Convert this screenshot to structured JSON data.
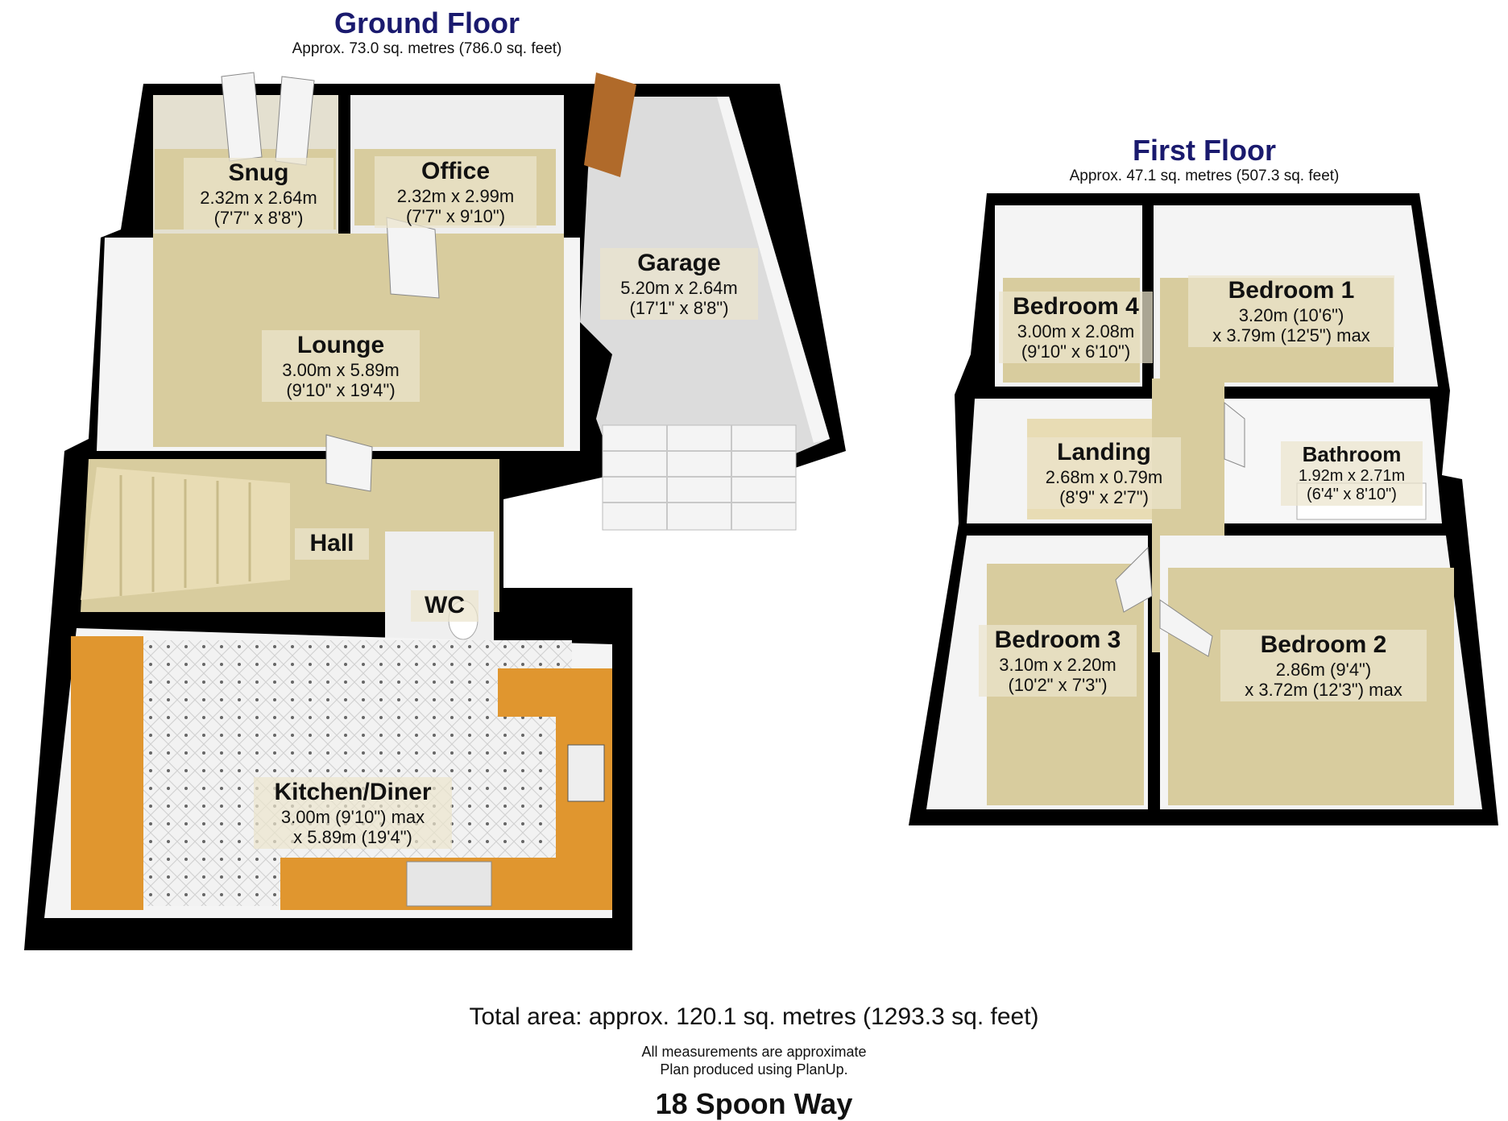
{
  "ground_floor": {
    "title": "Ground Floor",
    "area": "Approx. 73.0 sq. metres (786.0 sq. feet)",
    "rooms": {
      "snug": {
        "name": "Snug",
        "dim1": "2.32m x 2.64m",
        "dim2": "(7'7\" x 8'8\")"
      },
      "office": {
        "name": "Office",
        "dim1": "2.32m x 2.99m",
        "dim2": "(7'7\" x 9'10\")"
      },
      "garage": {
        "name": "Garage",
        "dim1": "5.20m x 2.64m",
        "dim2": "(17'1\" x 8'8\")"
      },
      "lounge": {
        "name": "Lounge",
        "dim1": "3.00m x 5.89m",
        "dim2": "(9'10\" x 19'4\")"
      },
      "hall": {
        "name": "Hall"
      },
      "wc": {
        "name": "WC"
      },
      "kitchen": {
        "name": "Kitchen/Diner",
        "dim1": "3.00m (9'10\") max",
        "dim2": "x 5.89m (19'4\")"
      }
    }
  },
  "first_floor": {
    "title": "First Floor",
    "area": "Approx. 47.1 sq. metres (507.3 sq. feet)",
    "rooms": {
      "bedroom4": {
        "name": "Bedroom 4",
        "dim1": "3.00m x 2.08m",
        "dim2": "(9'10\" x 6'10\")"
      },
      "bedroom1": {
        "name": "Bedroom 1",
        "dim1": "3.20m (10'6\")",
        "dim2": "x 3.79m (12'5\") max"
      },
      "landing": {
        "name": "Landing",
        "dim1": "2.68m x 0.79m",
        "dim2": "(8'9\" x 2'7\")"
      },
      "bathroom": {
        "name": "Bathroom",
        "dim1": "1.92m x 2.71m",
        "dim2": "(6'4\" x 8'10\")"
      },
      "bedroom3": {
        "name": "Bedroom 3",
        "dim1": "3.10m x 2.20m",
        "dim2": "(10'2\" x 7'3\")"
      },
      "bedroom2": {
        "name": "Bedroom 2",
        "dim1": "2.86m (9'4\")",
        "dim2": "x 3.72m (12'3\") max"
      }
    }
  },
  "footer": {
    "total": "Total area: approx. 120.1 sq. metres (1293.3 sq. feet)",
    "note1": "All measurements are approximate",
    "note2": "Plan produced using PlanUp.",
    "address": "18 Spoon Way"
  },
  "colors": {
    "wall": "#000000",
    "wall_face": "#f4f4f4",
    "carpet": "#d8cc9e",
    "garage_floor": "#dcdcdc",
    "worktop": "#e0962f",
    "kitchen_floor": "#f0f0f0",
    "door": "#b06a2a",
    "title": "#1a1a6e"
  }
}
